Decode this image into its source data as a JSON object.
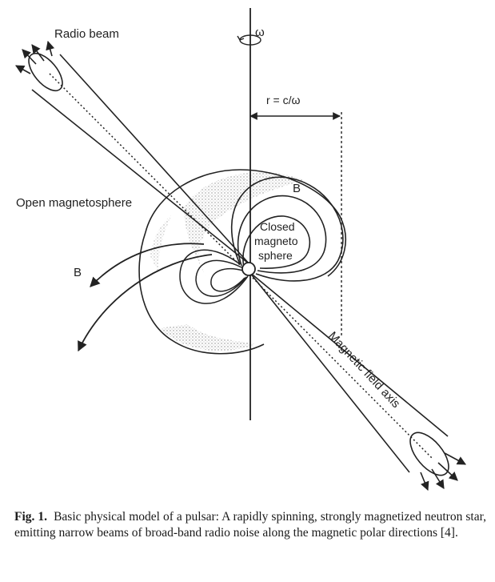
{
  "labels": {
    "radio_beam": "Radio beam",
    "omega": "ω",
    "radius": "r = c/ω",
    "open_magnetosphere": "Open magnetosphere",
    "b_upper": "B",
    "b_left": "B",
    "closed_1": "Closed",
    "closed_2": "magneto",
    "closed_3": "sphere",
    "field_axis": "Magnetic field axis"
  },
  "caption": {
    "fig_label": "Fig. 1.",
    "text": "Basic physical model of a pulsar: A rapidly spinning, strongly magnetized neutron star, emitting narrow beams of broad-band radio noise along the magnetic polar directions [4]."
  }
}
